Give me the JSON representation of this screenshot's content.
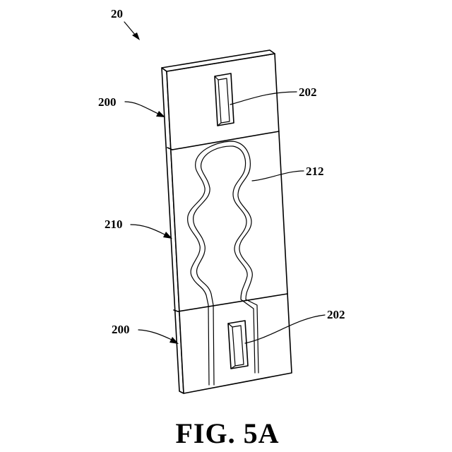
{
  "figure": {
    "caption": "FIG. 5A",
    "labels": {
      "assembly": "20",
      "top_end_block": "200",
      "top_slot": "202",
      "wire_pattern": "212",
      "center_panel": "210",
      "bottom_end_block": "200",
      "bottom_slot": "202"
    }
  }
}
